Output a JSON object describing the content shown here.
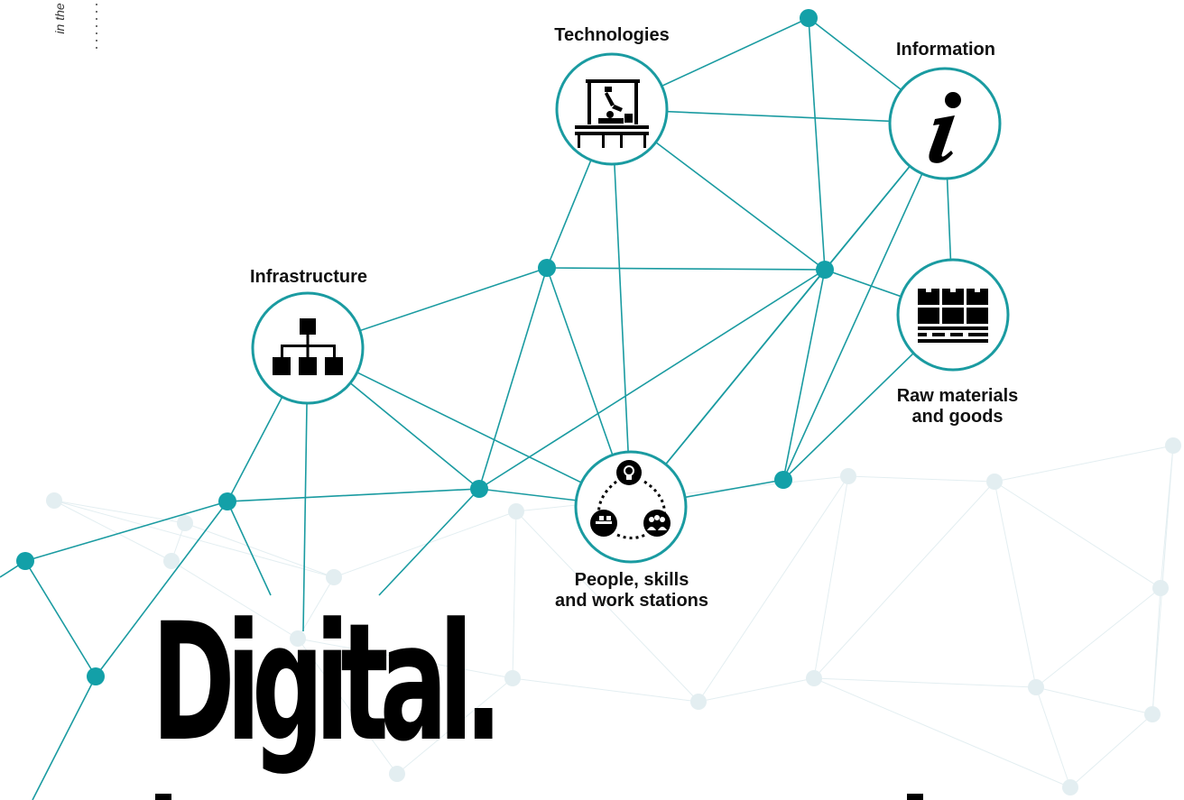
{
  "side_note": "in the spotlight: future value chains",
  "headline": "Digital.",
  "colors": {
    "teal": "#1a9ba1",
    "teal_node": "#13a0a8",
    "faint": "#e3eef1",
    "black": "#000000"
  },
  "hubs": [
    {
      "id": "technologies",
      "label": "Technologies",
      "icon": "robot-arm-workstation-icon"
    },
    {
      "id": "information",
      "label": "Information",
      "icon": "info-i-icon"
    },
    {
      "id": "infrastructure",
      "label": "Infrastructure",
      "icon": "org-hierarchy-icon"
    },
    {
      "id": "raw_materials",
      "label": "Raw materials\nand goods",
      "icon": "pallet-boxes-icon"
    },
    {
      "id": "people",
      "label": "People, skills\nand work stations",
      "icon": "people-ideas-cycle-icon"
    }
  ]
}
